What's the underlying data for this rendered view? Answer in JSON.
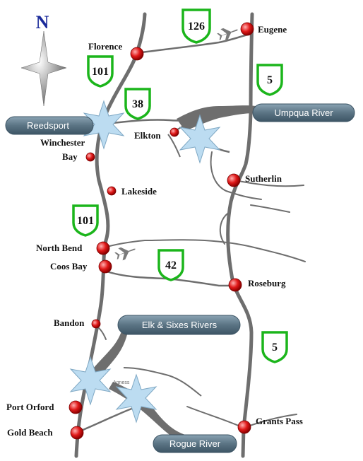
{
  "compass": {
    "label": "N"
  },
  "cities": {
    "eugene": "Eugene",
    "florence": "Florence",
    "elkton": "Elkton",
    "winchester_1": "Winchester",
    "winchester_2": "Bay",
    "sutherlin": "Sutherlin",
    "lakeside": "Lakeside",
    "north_bend": "North Bend",
    "coos_bay": "Coos Bay",
    "roseburg": "Roseburg",
    "bandon": "Bandon",
    "port_orford": "Port Orford",
    "gold_beach": "Gold Beach",
    "grants_pass": "Grants Pass"
  },
  "highways": {
    "h126": "126",
    "h101_north": "101",
    "h5_north": "5",
    "h38": "38",
    "h101_south": "101",
    "h42": "42",
    "h5_south": "5"
  },
  "rivers": {
    "reedsport": "Reedsport",
    "umpqua": "Umpqua River",
    "elk_sixes": "Elk & Sixes Rivers",
    "rogue": "Rogue River"
  },
  "minor_labels": {
    "agness": "Agness"
  },
  "colors": {
    "road": "#6e6e6e",
    "city_marker": "#e01818",
    "shield_green": "#1bb51b",
    "pill": "#5b7484",
    "star": "#b8d9ef",
    "north_text": "#1a2a9a"
  }
}
